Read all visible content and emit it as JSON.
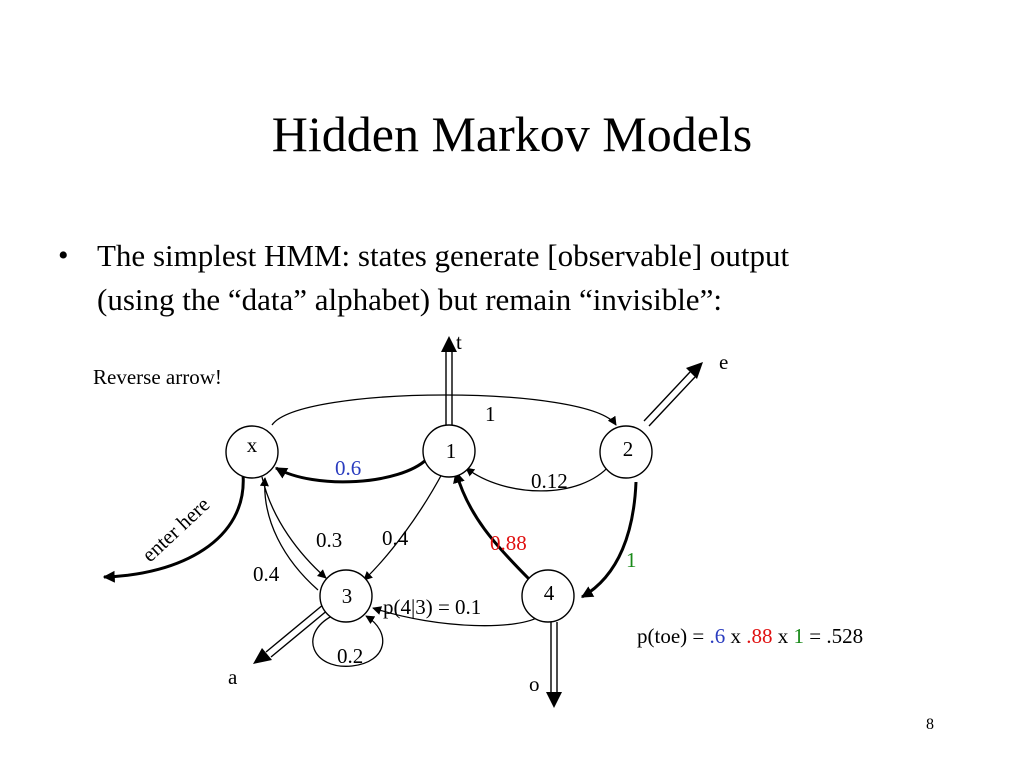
{
  "slide": {
    "title": "Hidden Markov Models",
    "bullet_lines": [
      "The simplest HMM: states generate [observable] output",
      "(using the “data” alphabet) but remain “invisible”:"
    ],
    "page_number": "8"
  },
  "diagram": {
    "nodes": {
      "x": "x",
      "n1": "1",
      "n2": "2",
      "n3": "3",
      "n4": "4"
    },
    "outputs": {
      "t": "t",
      "e": "e",
      "a": "a",
      "o": "o"
    },
    "edge_labels": {
      "x_to_2": "1",
      "n1_to_x": "0.6",
      "n2_to_1": "0.12",
      "x_to_3": "0.3",
      "n1_to_3": "0.4",
      "n4_to_1": "0.88",
      "n2_to_4": "1",
      "n3_to_x": "0.4",
      "n3_self": "0.2",
      "n4_to_3": "p(4|3) = 0.1"
    },
    "notes": {
      "reverse_arrow": "Reverse arrow!",
      "enter_here": "enter here"
    }
  },
  "equation": {
    "lhs": "p(toe) =",
    "f1": ".6",
    "x1": "x",
    "f2": ".88",
    "x2": "x",
    "f3": "1",
    "eq": "=",
    "result": ".528"
  },
  "colors": {
    "blue": "#2a3cbf",
    "red": "#e01010",
    "green": "#1a8a1a",
    "text": "#000000"
  }
}
